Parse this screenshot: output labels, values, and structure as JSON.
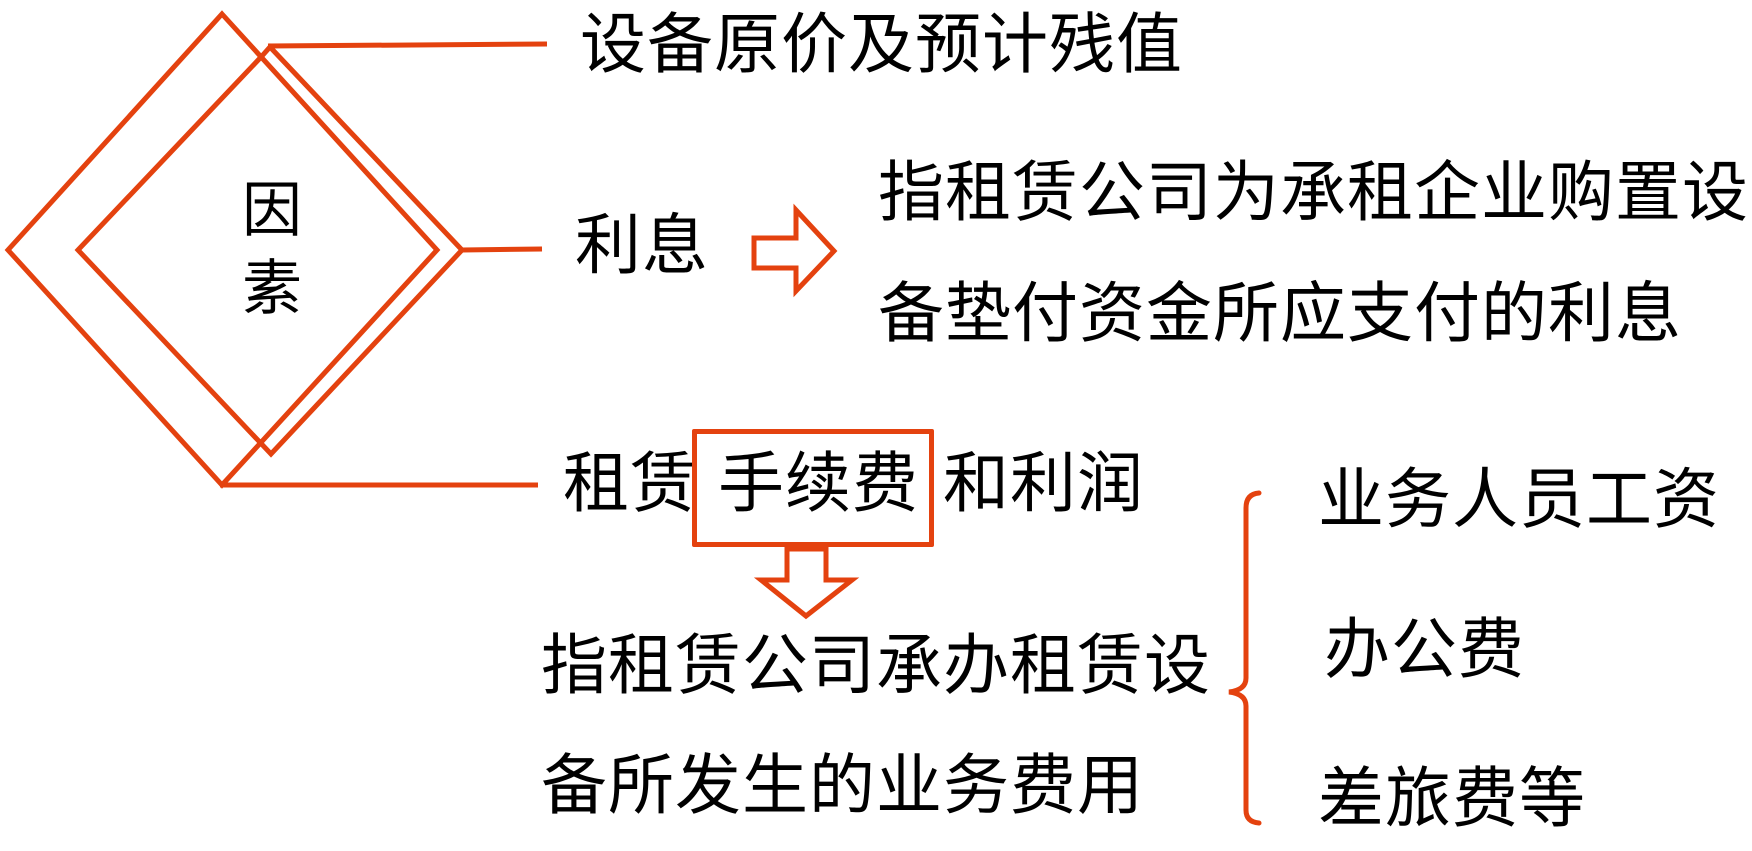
{
  "diagram": {
    "center": {
      "label_line1": "因",
      "label_line2": "素"
    },
    "branches": [
      {
        "label": "设备原价及预计残值"
      },
      {
        "label": "利息",
        "arrow": "right-arrow-icon",
        "explanation_line1": "指租赁公司为承租企业购置设",
        "explanation_line2": "备垫付资金所应支付的利息"
      },
      {
        "label_prefix": "租赁",
        "label_highlight": "手续费",
        "label_suffix": "和利润",
        "arrow": "down-arrow-icon",
        "explanation_line1": "指租赁公司承办租赁设",
        "explanation_line2": "备所发生的业务费用",
        "sub_items": [
          "业务人员工资",
          "办公费",
          "差旅费等"
        ]
      }
    ],
    "colors": {
      "accent": "#e4420f",
      "text": "#000000",
      "background": "#ffffff"
    }
  }
}
